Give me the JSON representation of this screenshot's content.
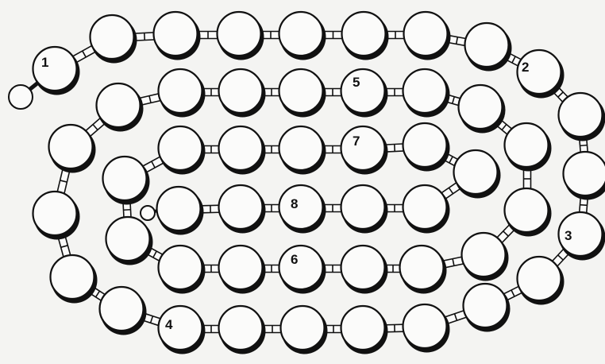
{
  "diagram": {
    "markers": [
      "1",
      "2",
      "3",
      "4",
      "5",
      "6",
      "7",
      "8"
    ],
    "colors": {
      "ink": "#111111",
      "bead": "#fbfbfa",
      "background": "#f4f4f2"
    }
  }
}
